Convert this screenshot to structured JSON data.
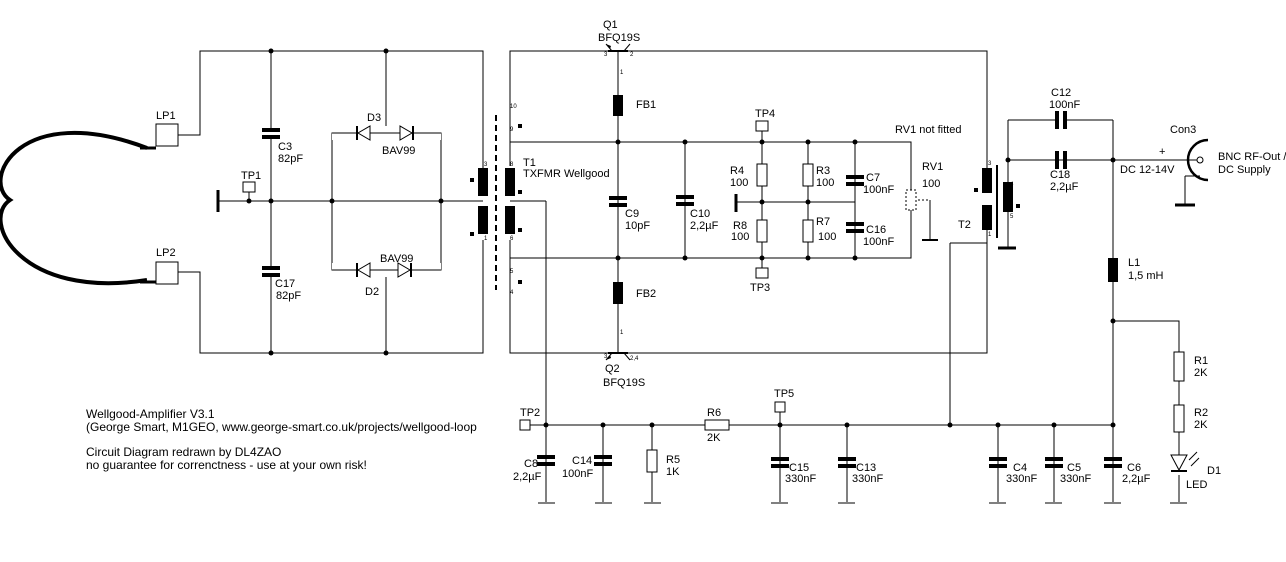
{
  "title_block": {
    "line1": "Wellgood-Amplifier V3.1",
    "line2": "(George Smart, M1GEO, www.george-smart.co.uk/projects/wellgood-loop",
    "line3": "Circuit Diagram redrawn by DL4ZAO",
    "line4": "no guarantee for correnctness - use at your own risk!"
  },
  "components": {
    "LP1": {
      "ref": "LP1"
    },
    "LP2": {
      "ref": "LP2"
    },
    "TP1": {
      "ref": "TP1"
    },
    "TP2": {
      "ref": "TP2"
    },
    "TP3": {
      "ref": "TP3"
    },
    "TP4": {
      "ref": "TP4"
    },
    "TP5": {
      "ref": "TP5"
    },
    "C3": {
      "ref": "C3",
      "value": "82pF"
    },
    "C17": {
      "ref": "C17",
      "value": "82pF"
    },
    "D3": {
      "ref": "D3",
      "value": "BAV99"
    },
    "D2": {
      "ref": "D2",
      "value": "BAV99"
    },
    "T1": {
      "ref": "T1",
      "value": "TXFMR Wellgood"
    },
    "Q1": {
      "ref": "Q1",
      "value": "BFQ19S"
    },
    "Q2": {
      "ref": "Q2",
      "value": "BFQ19S"
    },
    "FB1": {
      "ref": "FB1"
    },
    "FB2": {
      "ref": "FB2"
    },
    "C9": {
      "ref": "C9",
      "value": "10pF"
    },
    "C10": {
      "ref": "C10",
      "value": "2,2µF"
    },
    "R4": {
      "ref": "R4",
      "value": "100"
    },
    "R8": {
      "ref": "R8",
      "value": "100"
    },
    "R3": {
      "ref": "R3",
      "value": "100"
    },
    "R7": {
      "ref": "R7",
      "value": "100"
    },
    "C7": {
      "ref": "C7",
      "value": "100nF"
    },
    "C16": {
      "ref": "C16",
      "value": "100nF"
    },
    "RV1": {
      "ref": "RV1",
      "value": "100",
      "note": "RV1 not fitted"
    },
    "T2": {
      "ref": "T2"
    },
    "C12": {
      "ref": "C12",
      "value": "100nF"
    },
    "C18": {
      "ref": "C18",
      "value": "2,2µF"
    },
    "Con3": {
      "ref": "Con3",
      "value_line1": "BNC RF-Out /",
      "value_line2": "DC Supply"
    },
    "DC": {
      "label": "DC 12-14V",
      "plus": "+"
    },
    "L1": {
      "ref": "L1",
      "value": "1,5 mH"
    },
    "R1": {
      "ref": "R1",
      "value": "2K"
    },
    "R2": {
      "ref": "R2",
      "value": "2K"
    },
    "D1": {
      "ref": "D1",
      "value": "LED"
    },
    "C8": {
      "ref": "C8",
      "value": "2,2µF"
    },
    "C14": {
      "ref": "C14",
      "value": "100nF"
    },
    "R5": {
      "ref": "R5",
      "value": "1K"
    },
    "R6": {
      "ref": "R6",
      "value": "2K"
    },
    "C15": {
      "ref": "C15",
      "value": "330nF"
    },
    "C13": {
      "ref": "C13",
      "value": "330nF"
    },
    "C4": {
      "ref": "C4",
      "value": "330nF"
    },
    "C5": {
      "ref": "C5",
      "value": "330nF"
    },
    "C6": {
      "ref": "C6",
      "value": "2,2µF"
    }
  },
  "pins": {
    "p1": "1",
    "p2": "2",
    "p3": "3",
    "p4": "4",
    "p5": "5",
    "p6": "6",
    "p8": "8",
    "p9": "9",
    "p10": "10",
    "p24": "2,4"
  }
}
